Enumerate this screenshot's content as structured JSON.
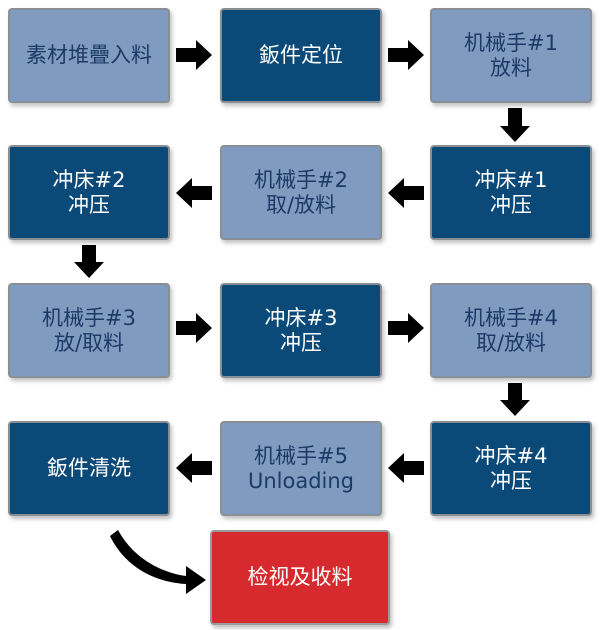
{
  "steps": {
    "s1": [
      "素材堆疊入料"
    ],
    "s2": [
      "鈑件定位"
    ],
    "s3": [
      "机械手#1",
      "放料"
    ],
    "s4": [
      "冲床#1",
      "冲压"
    ],
    "s5": [
      "机械手#2",
      "取/放料"
    ],
    "s6": [
      "冲床#2",
      "冲压"
    ],
    "s7": [
      "机械手#3",
      "放/取料"
    ],
    "s8": [
      "冲床#3",
      "冲压"
    ],
    "s9": [
      "机械手#4",
      "取/放料"
    ],
    "s10": [
      "冲床#4",
      "冲压"
    ],
    "s11": [
      "机械手#5",
      "Unloading"
    ],
    "s12": [
      "鈑件清洗"
    ],
    "s13": [
      "检视及收料"
    ]
  },
  "colors": {
    "light_box": "#7f9cc0",
    "dark_box": "#0b4a78",
    "final_box": "#d72a2e",
    "arrow": "#000000"
  }
}
